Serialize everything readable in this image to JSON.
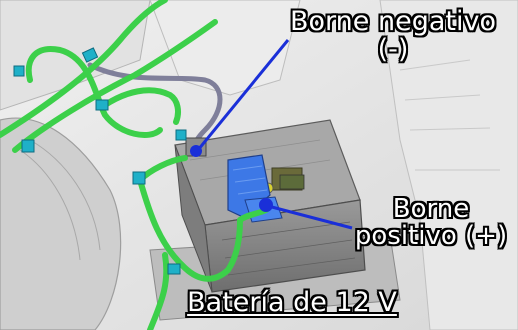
{
  "labels": {
    "negative_terminal": "Borne negativo (-)",
    "positive_terminal": "Borne positivo (+)",
    "battery": "Batería de 12 V"
  },
  "colors": {
    "wire_harness": "#3cd04a",
    "clips": "#1fb0c8",
    "positive_cover": "#3d78e6",
    "leader_lines": "#1a2fd8",
    "label_text": "#ffffff",
    "label_outline": "#000000"
  }
}
